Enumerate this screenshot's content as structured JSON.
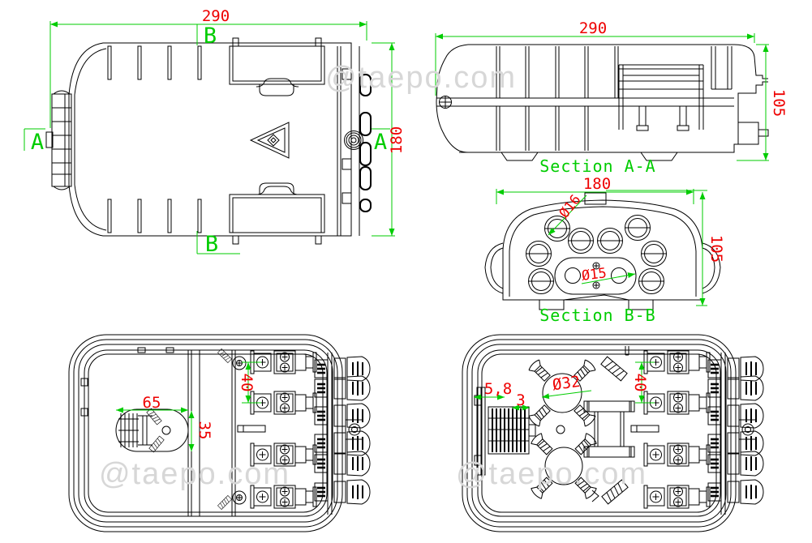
{
  "colors": {
    "line": "#000000",
    "dim": "#ee0000",
    "ann": "#00cc00",
    "wm": "#d7d7d7",
    "bg": "#ffffff"
  },
  "watermark": {
    "text": "@taepo.com"
  },
  "views": {
    "top": {
      "dim_width": "290",
      "dim_height": "180",
      "marker_a": "A",
      "marker_b": "B"
    },
    "section_aa": {
      "label": "Section A-A",
      "dim_width": "290",
      "dim_height": "105"
    },
    "section_bb": {
      "label": "Section B-B",
      "dim_width": "180",
      "dim_height": "105",
      "dim_port_diameter": "Ø16",
      "dim_center_port_diameter": "Ø15"
    },
    "inside_left": {
      "dim_dome_width": "65",
      "dim_dome_height": "35",
      "dim_port_spacing": "40"
    },
    "inside_right": {
      "dim_tray_width": "5,8",
      "dim_tray_gap": "3",
      "dim_spool_diameter": "Ø32",
      "dim_port_spacing": "40"
    }
  }
}
